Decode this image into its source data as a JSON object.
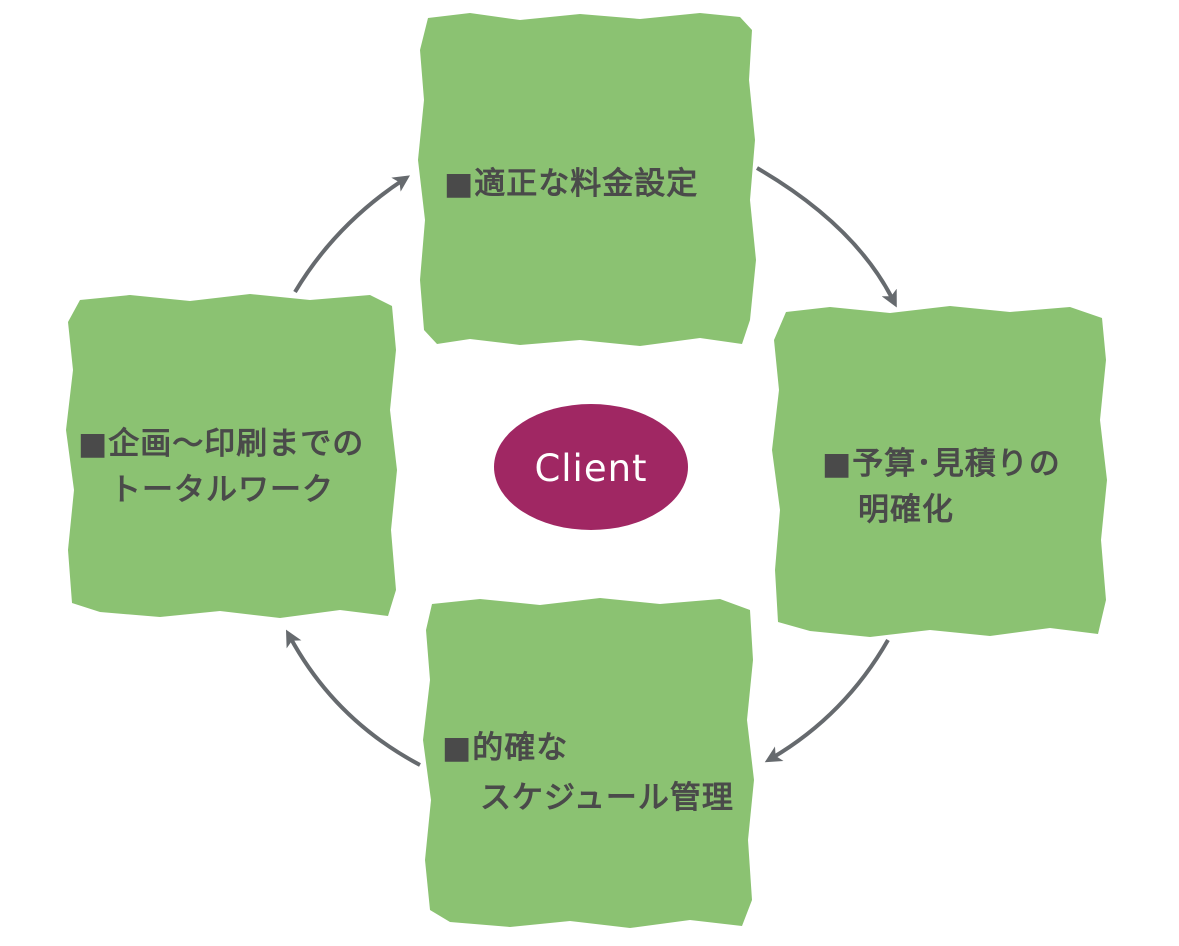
{
  "colors": {
    "box_fill": "#8bc272",
    "center_fill": "#a02763",
    "center_text": "#ffffff",
    "box_text": "#4a4a4a",
    "arrow": "#666a6e"
  },
  "center": {
    "label": "Client"
  },
  "steps": [
    {
      "lines": [
        "■適正な料金設定"
      ]
    },
    {
      "lines": [
        "■予算･見積りの",
        "明確化"
      ]
    },
    {
      "lines": [
        "■的確な",
        "スケジュール管理"
      ]
    },
    {
      "lines": [
        "■企画〜印刷までの",
        "トータルワーク"
      ]
    }
  ]
}
